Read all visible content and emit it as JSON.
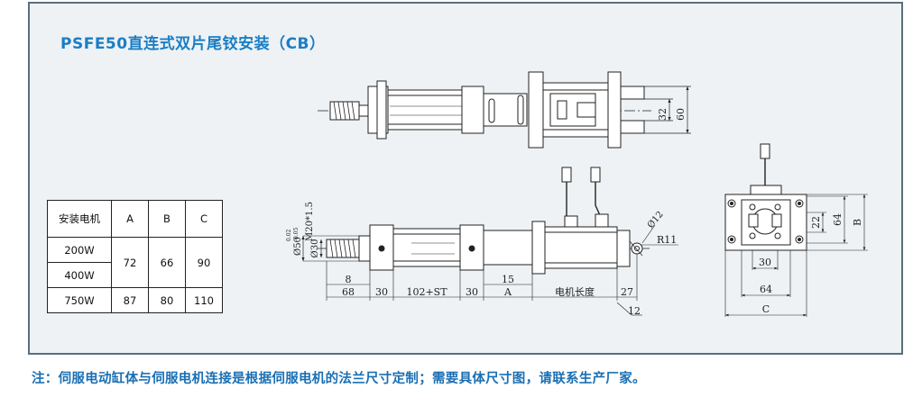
{
  "title": "PSFE50直连式双片尾铰安装（CB）",
  "note": "注：伺服电动缸体与伺服电机连接是根据伺服电机的法兰尺寸定制；需要具体尺寸图，请联系生产厂家。",
  "spec_table": {
    "header": [
      "安装电机",
      "A",
      "B",
      "C"
    ],
    "rows": [
      {
        "motor": "200W",
        "a": "72",
        "b": "66",
        "c": "90"
      },
      {
        "motor": "400W"
      },
      {
        "motor": "750W",
        "a": "87",
        "b": "80",
        "c": "110"
      }
    ]
  },
  "dimensions": {
    "top_view": {
      "d32": "32",
      "d60": "60"
    },
    "side_view": {
      "thread": "M20*1.5",
      "dia30": "Ø30",
      "dia50": "Ø50",
      "dia50_tol_upper": "0.02",
      "dia50_tol_lower": "-0.05",
      "d8": "8",
      "d68": "68",
      "d30a": "30",
      "stroke": "102+ST",
      "d30b": "30",
      "d15": "15",
      "dA": "A",
      "motor_length": "电机长度",
      "d27": "27",
      "d12": "12",
      "phi12": "Ø12",
      "r11": "R11"
    },
    "end_view": {
      "d22": "22",
      "d64v": "64",
      "dB": "B",
      "d30": "30",
      "d64h": "64",
      "dC": "C"
    }
  },
  "colors": {
    "title": "#1a7ec4",
    "note": "#1a6fb3",
    "panel_border": "#5a6e7c",
    "panel_bg": "#eef2f4"
  }
}
